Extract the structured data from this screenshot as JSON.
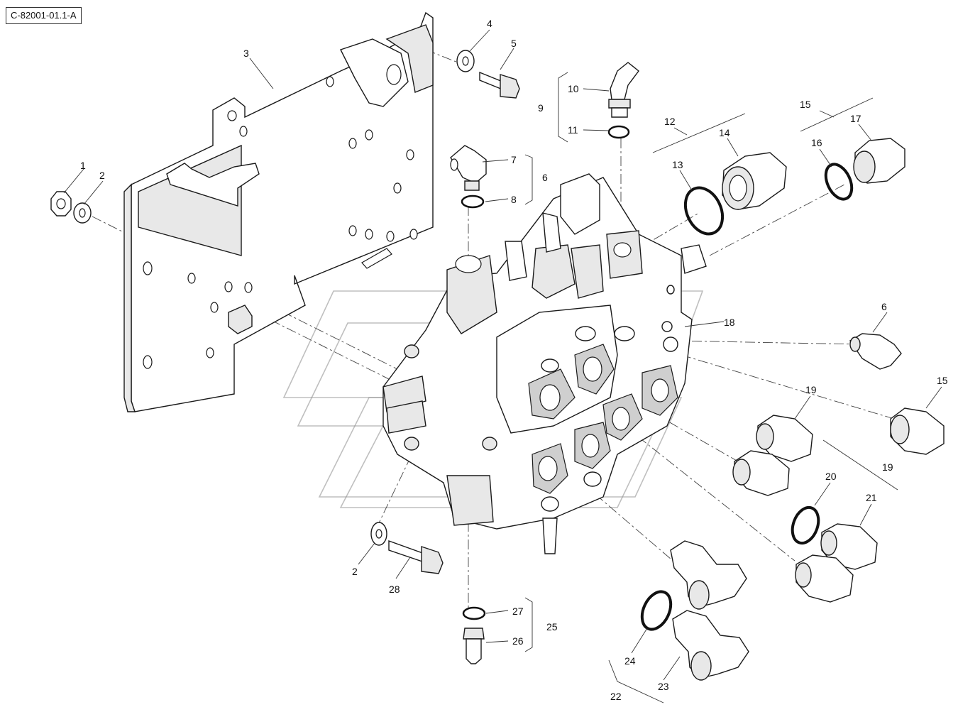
{
  "reference_code": "C-82001-01.1-A",
  "callouts": [
    {
      "id": "c1",
      "text": "1"
    },
    {
      "id": "c2a",
      "text": "2"
    },
    {
      "id": "c2b",
      "text": "2"
    },
    {
      "id": "c3",
      "text": "3"
    },
    {
      "id": "c4",
      "text": "4"
    },
    {
      "id": "c5",
      "text": "5"
    },
    {
      "id": "c6a",
      "text": "6"
    },
    {
      "id": "c6b",
      "text": "6"
    },
    {
      "id": "c7",
      "text": "7"
    },
    {
      "id": "c8",
      "text": "8"
    },
    {
      "id": "c9",
      "text": "9"
    },
    {
      "id": "c10",
      "text": "10"
    },
    {
      "id": "c11",
      "text": "11"
    },
    {
      "id": "c12",
      "text": "12"
    },
    {
      "id": "c13",
      "text": "13"
    },
    {
      "id": "c14",
      "text": "14"
    },
    {
      "id": "c15a",
      "text": "15"
    },
    {
      "id": "c15b",
      "text": "15"
    },
    {
      "id": "c16",
      "text": "16"
    },
    {
      "id": "c17",
      "text": "17"
    },
    {
      "id": "c18",
      "text": "18"
    },
    {
      "id": "c19a",
      "text": "19"
    },
    {
      "id": "c19b",
      "text": "19"
    },
    {
      "id": "c20",
      "text": "20"
    },
    {
      "id": "c21",
      "text": "21"
    },
    {
      "id": "c22",
      "text": "22"
    },
    {
      "id": "c23",
      "text": "23"
    },
    {
      "id": "c24",
      "text": "24"
    },
    {
      "id": "c25",
      "text": "25"
    },
    {
      "id": "c26",
      "text": "26"
    },
    {
      "id": "c27",
      "text": "27"
    },
    {
      "id": "c28",
      "text": "28"
    }
  ]
}
